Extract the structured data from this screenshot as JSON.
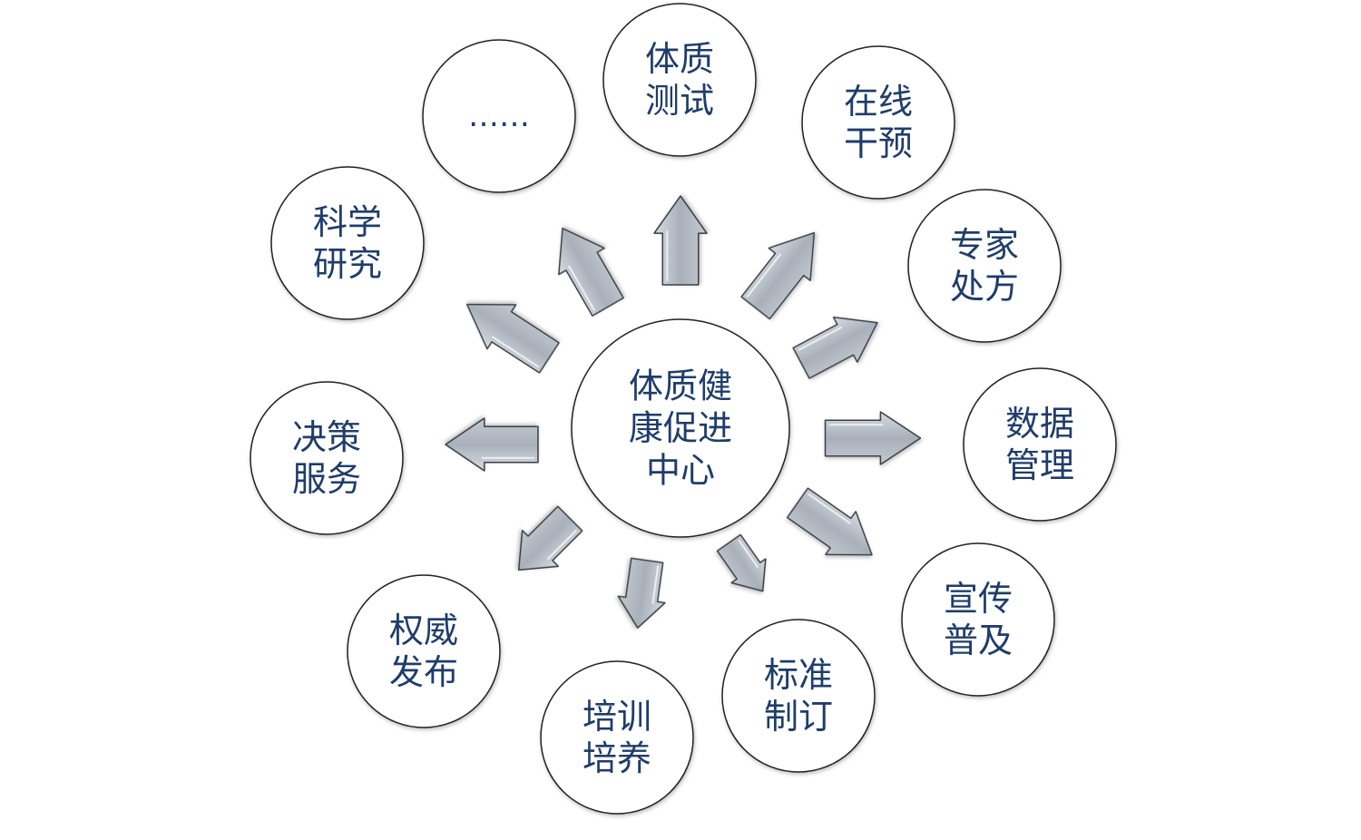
{
  "center": {
    "lines": [
      "体质健",
      "康促进",
      "中心"
    ]
  },
  "nodes": [
    {
      "id": "physical-test",
      "lines": [
        "体质",
        "测试"
      ]
    },
    {
      "id": "online-intervention",
      "lines": [
        "在线",
        "干预"
      ]
    },
    {
      "id": "expert-prescription",
      "lines": [
        "专家",
        "处方"
      ]
    },
    {
      "id": "data-management",
      "lines": [
        "数据",
        "管理"
      ]
    },
    {
      "id": "publicity",
      "lines": [
        "宣传",
        "普及"
      ]
    },
    {
      "id": "standard-setting",
      "lines": [
        "标准",
        "制订"
      ]
    },
    {
      "id": "training",
      "lines": [
        "培训",
        "培养"
      ]
    },
    {
      "id": "authoritative-release",
      "lines": [
        "权威",
        "发布"
      ]
    },
    {
      "id": "decision-service",
      "lines": [
        "决策",
        "服务"
      ]
    },
    {
      "id": "scientific-research",
      "lines": [
        "科学",
        "研究"
      ]
    },
    {
      "id": "more",
      "lines": [
        "……"
      ]
    }
  ],
  "colors": {
    "text": "#1f3d6b",
    "circle_stroke": "#222222",
    "arrow_fill": "#b4bac4",
    "arrow_stroke": "#3a3f47"
  }
}
